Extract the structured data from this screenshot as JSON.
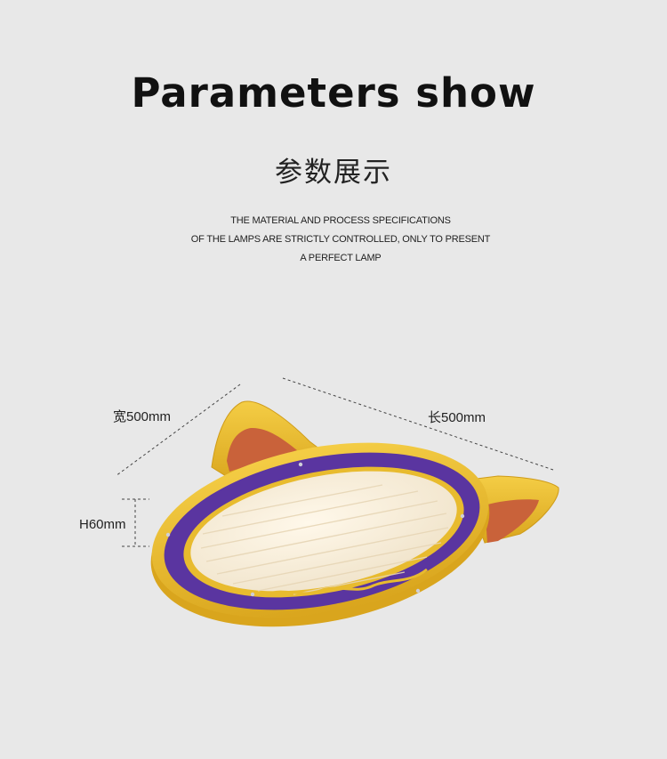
{
  "header": {
    "title": "Parameters show",
    "subtitle": "参数展示"
  },
  "description": {
    "lines": [
      "THE MATERIAL AND PROCESS SPECIFICATIONS",
      "OF THE LAMPS ARE STRICTLY CONTROLLED, ONLY TO PRESENT",
      "A PERFECT LAMP"
    ]
  },
  "dimensions": {
    "width": "宽500mm",
    "length": "长500mm",
    "height": "H60mm"
  },
  "colors": {
    "background": "#e8e8e8",
    "frame_yellow": "#e8bb2e",
    "ring_purple": "#5a35a0",
    "ear_orange": "#c9623a",
    "diffuser": "#f6eee0"
  }
}
